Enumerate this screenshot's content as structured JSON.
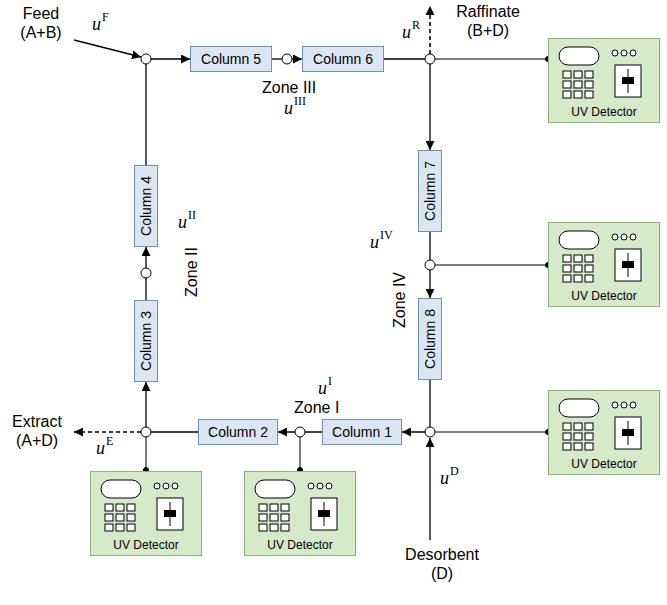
{
  "diagram": {
    "nodes": [
      {
        "text": [
          "Column 1"
        ]
      },
      {
        "text": [
          "Column 2"
        ]
      },
      {
        "text": [
          "Column 3"
        ]
      },
      {
        "text": [
          "Column 4"
        ]
      },
      {
        "text": [
          "Column 5"
        ]
      },
      {
        "text": [
          "Column 6"
        ]
      },
      {
        "text": [
          "Column 7"
        ]
      },
      {
        "text": [
          "Column 8"
        ]
      },
      {
        "text": [
          "UV Detector"
        ]
      },
      {
        "text": [
          "UV Detector"
        ]
      },
      {
        "text": [
          "UV Detector"
        ]
      },
      {
        "text": [
          "UV Detector"
        ]
      },
      {
        "text": [
          "UV Detector"
        ]
      }
    ],
    "edges": [
      {
        "from": 0,
        "to": 1,
        "arrow": "to"
      },
      {
        "from": 1,
        "to": 2,
        "arrow": "to"
      },
      {
        "from": 2,
        "to": 3,
        "arrow": "to"
      },
      {
        "from": 3,
        "to": 4,
        "arrow": "to"
      },
      {
        "from": 4,
        "to": 5,
        "arrow": "to"
      },
      {
        "from": 5,
        "to": 6,
        "arrow": "to"
      },
      {
        "from": 6,
        "to": 7,
        "arrow": "to"
      },
      {
        "from": 7,
        "to": 0,
        "arrow": "to"
      }
    ],
    "labels": [
      "Feed (A+B)",
      "u",
      "F",
      "Raffinate (B+D)",
      "u",
      "R",
      "Zone III",
      "u",
      "III",
      "Zone II",
      "u",
      "II",
      "Zone IV",
      "u",
      "IV",
      "u",
      "I",
      "Zone I",
      "Extract (A+D)",
      "u",
      "E",
      "u",
      "D",
      "Desorbent (D)"
    ]
  }
}
